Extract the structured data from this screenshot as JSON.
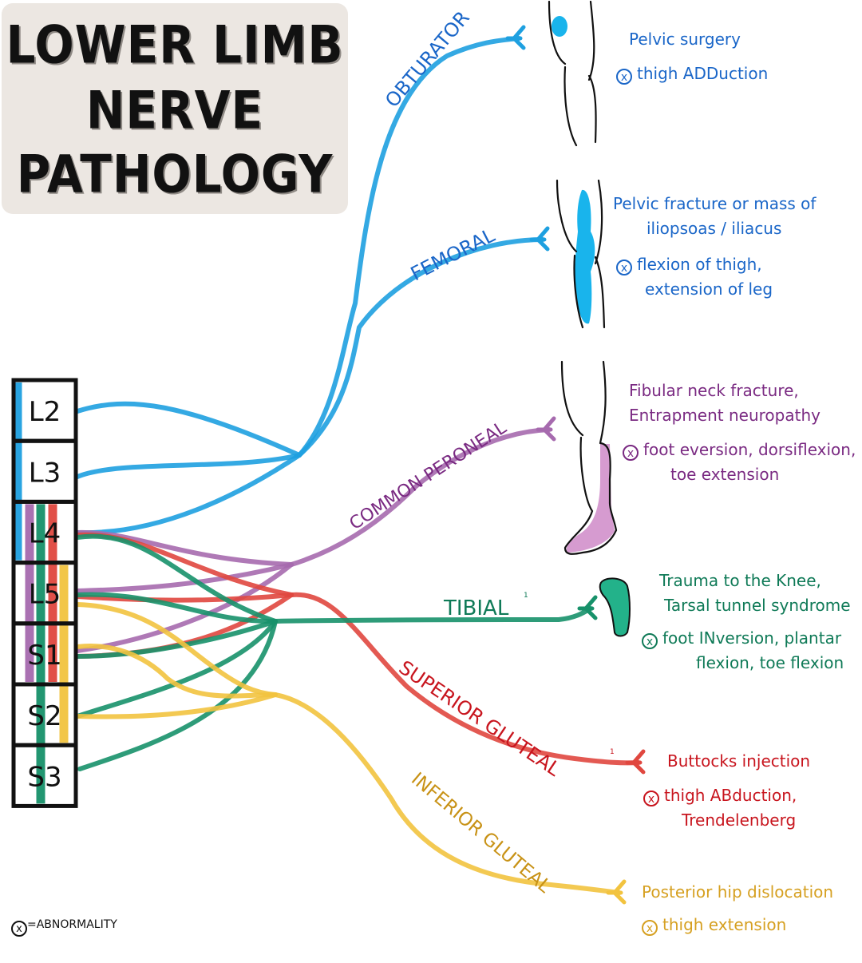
{
  "title": {
    "lines": [
      "LOWER LIMB",
      "NERVE",
      "PATHOLOGY"
    ]
  },
  "colors": {
    "obturator": "#1ea0e0",
    "femoral": "#1ea0e0",
    "common_peroneal": "#a66aae",
    "tibial": "#17916a",
    "superior_gluteal": "#e0473f",
    "inferior_gluteal": "#f2c33f",
    "shading_blue": "#19b4ec",
    "shading_purple": "#d69bd0",
    "shading_green": "#23b28a"
  },
  "roots": [
    "L2",
    "L3",
    "L4",
    "L5",
    "S1",
    "S2",
    "S3"
  ],
  "nerves": [
    {
      "id": "obturator",
      "label": "OBTURATOR",
      "roots": [
        "L2",
        "L3",
        "L4"
      ],
      "text_color": "#1a66c8",
      "causes": [
        "Pelvic surgery"
      ],
      "deficit": "thigh ADDuction"
    },
    {
      "id": "femoral",
      "label": "FEMORAL",
      "roots": [
        "L2",
        "L3",
        "L4"
      ],
      "text_color": "#1a66c8",
      "causes": [
        "Pelvic fracture or mass of",
        "iliopsoas / iliacus"
      ],
      "deficit": "flexion of thigh,",
      "deficit_cont": "extension of leg"
    },
    {
      "id": "common_peroneal",
      "label": "COMMON PERONEAL",
      "roots": [
        "L4",
        "L5",
        "S1",
        "S2"
      ],
      "text_color": "#7a2a82",
      "causes": [
        "Fibular neck fracture,",
        "Entrapment neuropathy"
      ],
      "deficit": "foot eversion, dorsiflexion,",
      "deficit_cont": "toe extension"
    },
    {
      "id": "tibial",
      "label": "TIBIAL",
      "superscript": "1",
      "roots": [
        "L4",
        "L5",
        "S1",
        "S2",
        "S3"
      ],
      "text_color": "#0f7a57",
      "causes": [
        "Trauma to the Knee,",
        "Tarsal tunnel syndrome"
      ],
      "deficit": "foot INversion, plantar",
      "deficit_cont": "flexion, toe flexion"
    },
    {
      "id": "superior_gluteal",
      "label": "SUPERIOR GLUTEAL",
      "superscript": "1",
      "roots": [
        "L4",
        "L5",
        "S1"
      ],
      "text_color": "#c8151e",
      "causes": [
        "Buttocks injection"
      ],
      "deficit": "thigh ABduction,",
      "deficit_cont": "Trendelenberg"
    },
    {
      "id": "inferior_gluteal",
      "label": "INFERIOR GLUTEAL",
      "roots": [
        "L5",
        "S1",
        "S2"
      ],
      "text_color": "#d6a021",
      "causes": [
        "Posterior hip dislocation"
      ],
      "deficit": "thigh extension"
    }
  ],
  "abnormality_symbol": "x",
  "legend": {
    "symbol": "x",
    "text": "=ABNORMALITY"
  }
}
